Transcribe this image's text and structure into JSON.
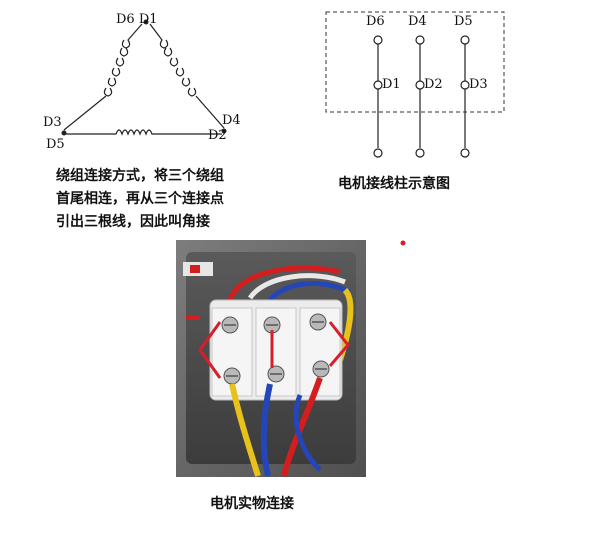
{
  "triangle": {
    "top_label": "D6  D1",
    "left_top_label": "D3",
    "left_bottom_label": "D5",
    "right_top_label": "D4",
    "right_bottom_label": "D2"
  },
  "description": {
    "lines": [
      "绕组连接方式，将三个绕组",
      "首尾相连，再从三个连接点",
      "引出三根线，因此叫角接"
    ]
  },
  "terminal": {
    "top_labels": [
      "D6",
      "D4",
      "D5"
    ],
    "mid_labels": [
      "D1",
      "D2",
      "D3"
    ],
    "caption": "电机接线柱示意图"
  },
  "photo": {
    "caption": "电机实物连接",
    "colors": {
      "wire_red": "#d21e1e",
      "wire_yellow": "#e8c21a",
      "wire_blue": "#2546b8",
      "box_gray": "#6d6d6d",
      "terminal_white": "#ececec"
    }
  },
  "colors": {
    "diagram_line": "#222222",
    "dashed_box": "#333333",
    "marker_red": "#d81e2a"
  }
}
